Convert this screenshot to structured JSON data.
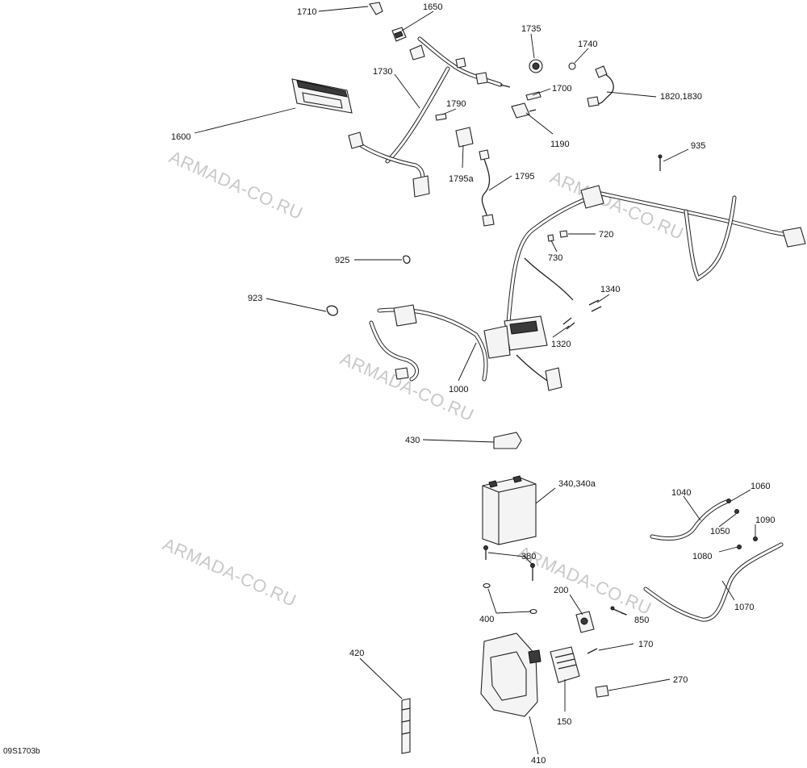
{
  "diagram_code": "09S1703b",
  "watermark": "ARMADA-CO.RU",
  "callouts": {
    "c1710": "1710",
    "c1650": "1650",
    "c1735": "1735",
    "c1740": "1740",
    "c1730": "1730",
    "c1700": "1700",
    "c1820": "1820,1830",
    "c1790": "1790",
    "c1190": "1190",
    "c1600": "1600",
    "c935": "935",
    "c1795a": "1795a",
    "c1795": "1795",
    "c720": "720",
    "c730": "730",
    "c925": "925",
    "c1340": "1340",
    "c923": "923",
    "c1320": "1320",
    "c1000": "1000",
    "c430": "430",
    "c340": "340,340a",
    "c1060": "1060",
    "c1040": "1040",
    "c1090": "1090",
    "c1050": "1050",
    "c380": "380",
    "c1080": "1080",
    "c200": "200",
    "c400": "400",
    "c850": "850",
    "c1070": "1070",
    "c170": "170",
    "c420": "420",
    "c270": "270",
    "c150": "150",
    "c410": "410"
  }
}
